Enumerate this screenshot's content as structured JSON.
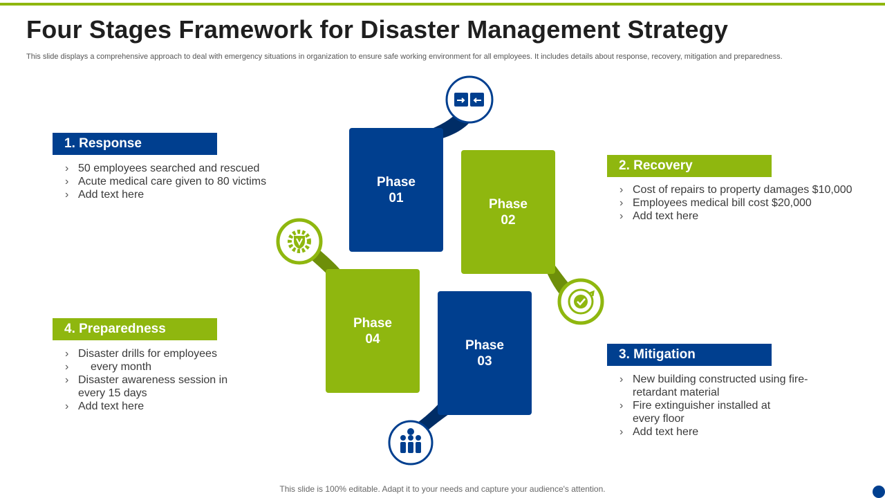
{
  "header": {
    "title": "Four Stages Framework for Disaster Management Strategy",
    "subtitle": "This slide displays a comprehensive approach to deal with emergency situations in organization to ensure safe working environment for all employees. It includes details about response, recovery,  mitigation and preparedness."
  },
  "stages": {
    "response": {
      "title": "1. Response",
      "bullets": [
        "50 employees searched and rescued",
        "Acute medical care given to 80 victims",
        "Add text here"
      ]
    },
    "recovery": {
      "title": "2. Recovery",
      "bullets": [
        "Cost of repairs to property damages $10,000",
        "Employees medical bill cost $20,000",
        "Add text here"
      ]
    },
    "mitigation": {
      "title": "3.  Mitigation",
      "bullets": [
        "New building constructed using fire-",
        "retardant material",
        "Fire extinguisher installed at",
        "every floor",
        "Add text here"
      ]
    },
    "preparedness": {
      "title": "4. Preparedness",
      "bullets": [
        "Disaster drills for employees",
        "every month",
        "Disaster awareness session in",
        "every 15 days",
        "Add text here"
      ]
    }
  },
  "phases": {
    "p1": {
      "word": "Phase",
      "num": "01"
    },
    "p2": {
      "word": "Phase",
      "num": "02"
    },
    "p3": {
      "word": "Phase",
      "num": "03"
    },
    "p4": {
      "word": "Phase",
      "num": "04"
    }
  },
  "icons": {
    "p1": "swap-arrows-icon",
    "p2": "recovery-cycle-icon",
    "p3": "team-icon",
    "p4": "shield-gear-icon"
  },
  "colors": {
    "blue": "#003f8f",
    "green": "#8fb70f",
    "dark_green": "#6e8f0a",
    "dark_blue": "#002d66"
  },
  "footer": {
    "text": "This slide is 100% editable. Adapt it to your needs and capture your audience's attention."
  }
}
